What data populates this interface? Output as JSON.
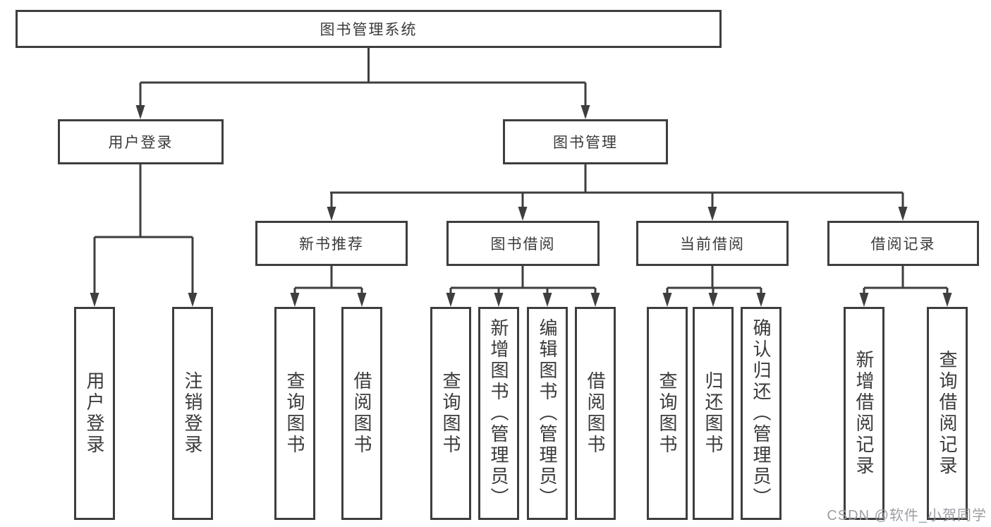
{
  "tree": {
    "label": "图书管理系统",
    "children": [
      {
        "label": "用户登录",
        "children": [
          {
            "label": "用户登录"
          },
          {
            "label": "注销登录"
          }
        ]
      },
      {
        "label": "图书管理",
        "children": [
          {
            "label": "新书推荐",
            "children": [
              {
                "label": "查询图书"
              },
              {
                "label": "借阅图书"
              }
            ]
          },
          {
            "label": "图书借阅",
            "children": [
              {
                "label": "查询图书"
              },
              {
                "label": "新增图书（管理员）"
              },
              {
                "label": "编辑图书（管理员）"
              },
              {
                "label": "借阅图书"
              }
            ]
          },
          {
            "label": "当前借阅",
            "children": [
              {
                "label": "查询图书"
              },
              {
                "label": "归还图书"
              },
              {
                "label": "确认归还（管理员）"
              }
            ]
          },
          {
            "label": "借阅记录",
            "children": [
              {
                "label": "新增借阅记录"
              },
              {
                "label": "查询借阅记录"
              }
            ]
          }
        ]
      }
    ]
  },
  "watermark": "CSDN @软件_小贺同学",
  "colors": {
    "line": "#3e3e3e",
    "text": "#3a3a3a",
    "background": "#ffffff",
    "watermark": "#98999e"
  }
}
